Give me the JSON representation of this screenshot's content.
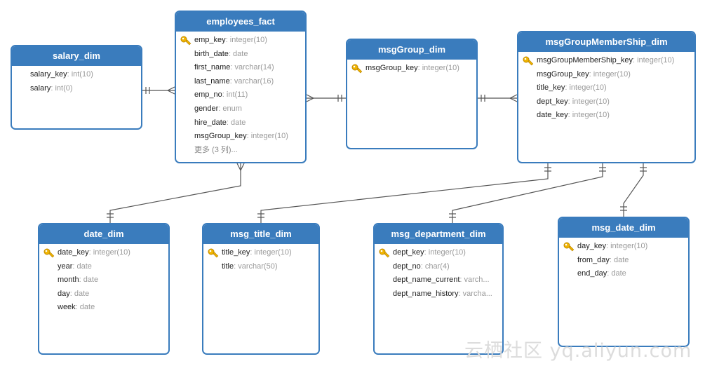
{
  "entities": {
    "employees_fact": {
      "title": "employees_fact",
      "columns": [
        {
          "name": "emp_key",
          "type": "integer(10)",
          "pk": true
        },
        {
          "name": "birth_date",
          "type": "date"
        },
        {
          "name": "first_name",
          "type": "varchar(14)"
        },
        {
          "name": "last_name",
          "type": "varchar(16)"
        },
        {
          "name": "emp_no",
          "type": "int(11)"
        },
        {
          "name": "gender",
          "type": "enum"
        },
        {
          "name": "hire_date",
          "type": "date"
        },
        {
          "name": "msgGroup_key",
          "type": "integer(10)"
        }
      ],
      "more": "更多 (3 列)..."
    },
    "salary_dim": {
      "title": "salary_dim",
      "columns": [
        {
          "name": "salary_key",
          "type": "int(10)"
        },
        {
          "name": "salary",
          "type": "int(0)"
        }
      ]
    },
    "msgGroup_dim": {
      "title": "msgGroup_dim",
      "columns": [
        {
          "name": "msgGroup_key",
          "type": "integer(10)",
          "pk": true
        }
      ]
    },
    "msgGroupMemberShip_dim": {
      "title": "msgGroupMemberShip_dim",
      "columns": [
        {
          "name": "msgGroupMemberShip_key",
          "type": "integer(10)",
          "pk": true
        },
        {
          "name": "msgGroup_key",
          "type": "integer(10)"
        },
        {
          "name": "title_key",
          "type": "integer(10)"
        },
        {
          "name": "dept_key",
          "type": "integer(10)"
        },
        {
          "name": "date_key",
          "type": "integer(10)"
        }
      ]
    },
    "date_dim": {
      "title": "date_dim",
      "columns": [
        {
          "name": "date_key",
          "type": "integer(10)",
          "pk": true
        },
        {
          "name": "year",
          "type": "date"
        },
        {
          "name": "month",
          "type": "date"
        },
        {
          "name": "day",
          "type": "date"
        },
        {
          "name": "week",
          "type": "date"
        }
      ]
    },
    "msg_title_dim": {
      "title": "msg_title_dim",
      "columns": [
        {
          "name": "title_key",
          "type": "integer(10)",
          "pk": true
        },
        {
          "name": "title",
          "type": "varchar(50)"
        }
      ]
    },
    "msg_department_dim": {
      "title": "msg_department_dim",
      "columns": [
        {
          "name": "dept_key",
          "type": "integer(10)",
          "pk": true
        },
        {
          "name": "dept_no",
          "type": "char(4)"
        },
        {
          "name": "dept_name_current",
          "type": "varch..."
        },
        {
          "name": "dept_name_history",
          "type": "varcha..."
        }
      ]
    },
    "msg_date_dim": {
      "title": "msg_date_dim",
      "columns": [
        {
          "name": "day_key",
          "type": "integer(10)",
          "pk": true
        },
        {
          "name": "from_day",
          "type": "date"
        },
        {
          "name": "end_day",
          "type": "date"
        }
      ]
    }
  },
  "watermark": "云栖社区 yq.aliyun.com",
  "colors": {
    "header": "#3a7cbd",
    "border": "#3a7cbd",
    "type_text": "#9a9a9a",
    "line": "#555555",
    "key_icon": "#f0b400"
  },
  "icons": {
    "primary_key": "key-icon"
  }
}
